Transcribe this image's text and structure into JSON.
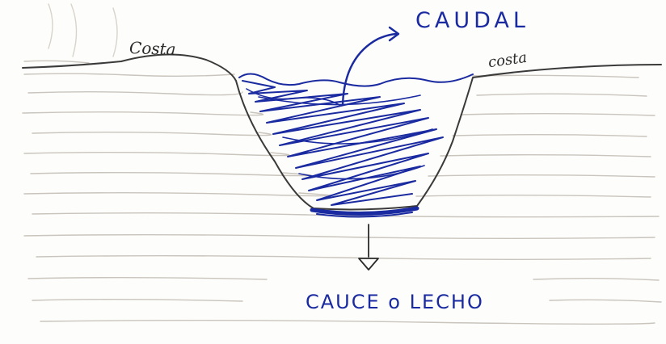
{
  "labels": {
    "left_bank": "Costa",
    "right_bank": "costa",
    "flow": "CAUDAL",
    "bed": "CAUCE o LECHO"
  },
  "colors": {
    "paper": "#fdfdfb",
    "pencil": "#2b2b2b",
    "ink_blue": "#1a2aa0",
    "ground_hatch": "#c9c4bc"
  }
}
